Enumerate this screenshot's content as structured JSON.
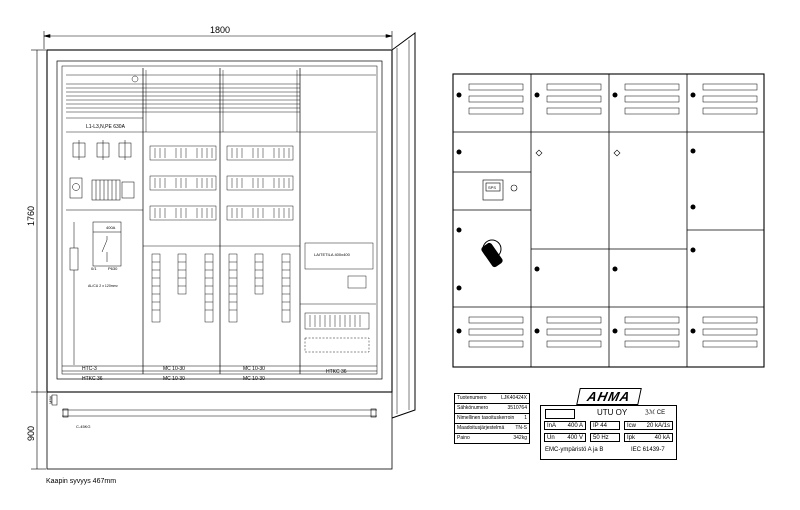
{
  "dimensions": {
    "width_label": "1800",
    "height_main_label": "1760",
    "height_base_label": "900"
  },
  "depth_note": "Kaapin syvyys 467mm",
  "front_view": {
    "busbar_label": "L1-L3,N,PE 630A",
    "fuse_label": "400A",
    "cable_label": "AL/CU 2 x 120mm²",
    "switch_labels": [
      "0/1",
      "P630"
    ],
    "socket_label": "LAITETILA 400x400",
    "base_label": "C-45KG",
    "mbk_label": "MBK",
    "sections": [
      {
        "top": "HTC-3",
        "bottom": "HTKC 36"
      },
      {
        "top": "MC 10-30",
        "bottom": "MC 10-30"
      },
      {
        "top": "MC 10-30",
        "bottom": "MC 10-30"
      },
      {
        "top": "",
        "bottom": "HTKC 36"
      }
    ]
  },
  "info_table": [
    {
      "label": "Tuotenumero",
      "value": "LJK40424X"
    },
    {
      "label": "Sähkönumero",
      "value": "3510764"
    },
    {
      "label": "Nimellinen tasoituskerroin",
      "value": "1"
    },
    {
      "label": "Maadoitusjärjestelmä",
      "value": "TN-S"
    },
    {
      "label": "Paino",
      "value": "342kg"
    }
  ],
  "nameplate": {
    "brand": "AHMA",
    "company": "UTU OY",
    "marks": "ℨℳ CE",
    "rows": [
      [
        {
          "l": "InA",
          "v": "400 A"
        },
        {
          "l": "IP 44",
          "v": ""
        },
        {
          "l": "Icw",
          "v": "20 kA/1s"
        }
      ],
      [
        {
          "l": "Un",
          "v": "400 V"
        },
        {
          "l": "50 Hz",
          "v": ""
        },
        {
          "l": "Ipk",
          "v": "40 kA"
        }
      ]
    ],
    "emc": "EMC-ympäristö  A  ja B",
    "standard": "IEC 61439-7"
  },
  "side_view": {
    "meter_label": "SPS"
  }
}
